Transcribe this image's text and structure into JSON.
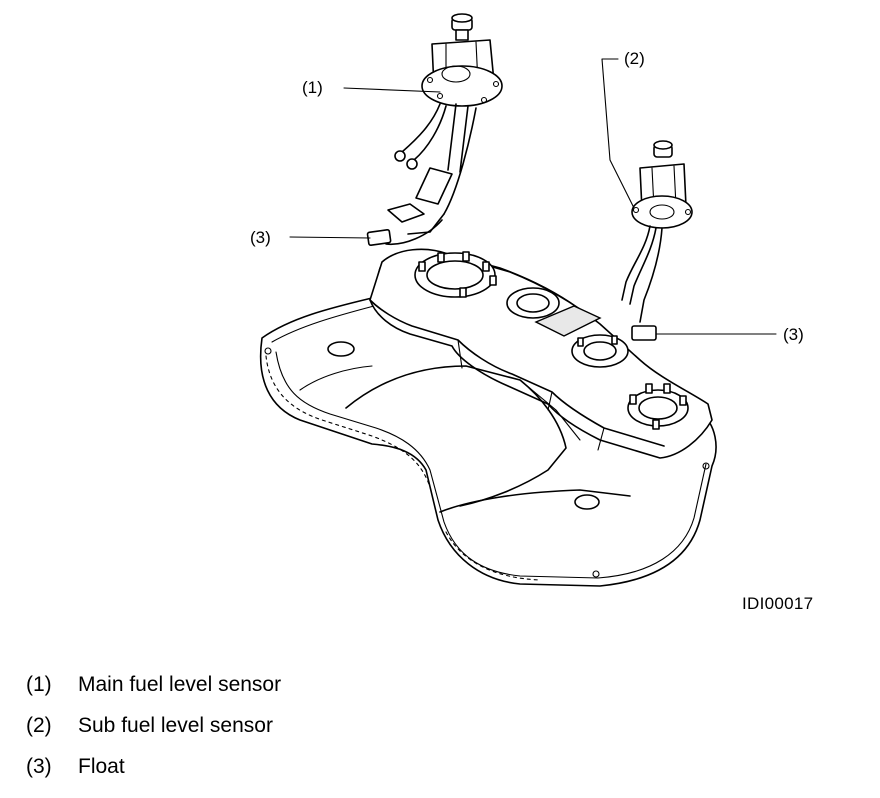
{
  "figure": {
    "callouts": {
      "c1": "(1)",
      "c2": "(2)",
      "c3a": "(3)",
      "c3b": "(3)"
    },
    "figure_id": "IDI00017"
  },
  "legend": [
    {
      "num": "(1)",
      "label": "Main fuel level sensor"
    },
    {
      "num": "(2)",
      "label": "Sub fuel level sensor"
    },
    {
      "num": "(3)",
      "label": "Float"
    }
  ]
}
